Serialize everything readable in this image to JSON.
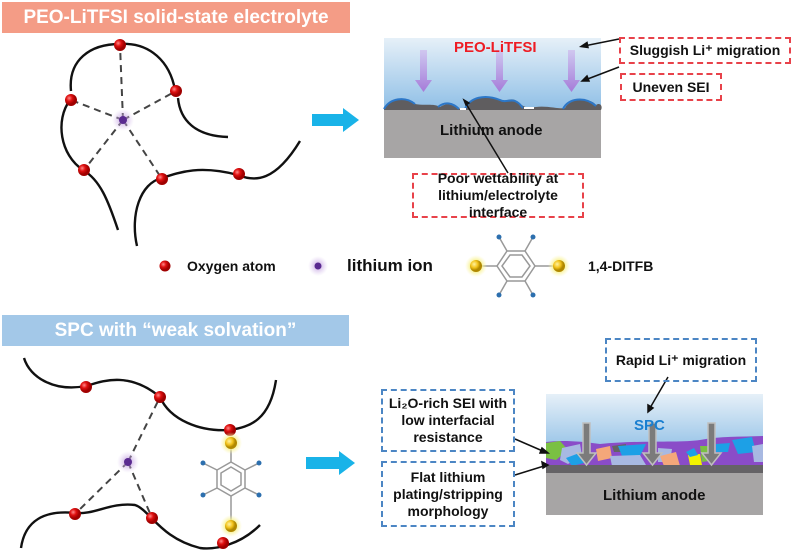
{
  "top_section": {
    "title": "PEO-LiTFSI solid-state electrolyte",
    "electrolyte_label": "PEO-LiTFSI",
    "anode_label": "Lithium anode",
    "callouts": {
      "migration": "Sluggish Li⁺ migration",
      "sei": "Uneven SEI",
      "wettability_line1": "Poor wettability at",
      "wettability_line2": "lithium/electrolyte interface"
    }
  },
  "legend": {
    "oxygen": "Oxygen atom",
    "lithium": "lithium ion",
    "ditfb": "1,4-DITFB"
  },
  "bottom_section": {
    "title": "SPC with “weak solvation”",
    "electrolyte_label": "SPC",
    "anode_label": "Lithium anode",
    "callouts": {
      "migration": "Rapid Li⁺ migration",
      "sei_line1": "Li₂O-rich SEI with",
      "sei_line2": "low interfacial",
      "sei_line3": "resistance",
      "flat_line1": "Flat lithium",
      "flat_line2": "plating/stripping",
      "flat_line3": "morphology"
    }
  },
  "colors": {
    "oxygen": "#e01010",
    "lithium": "#6a3aa0",
    "iodine": "#f2c21a",
    "arrow": "#19b3e8",
    "red_dash": "#e8424a",
    "blue_dash": "#4c86c4",
    "peo_label": "#ee1c24",
    "spc_label": "#1a7fd0"
  }
}
